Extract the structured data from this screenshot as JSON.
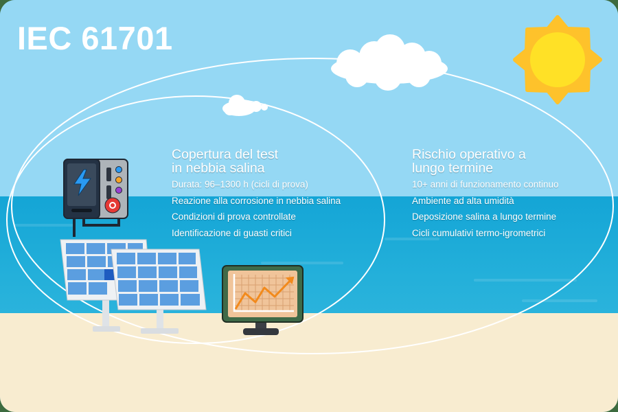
{
  "title": "IEC 61701",
  "colors": {
    "sky": "#95d8f4",
    "sea": "#14a5d6",
    "sand": "#f8ecd0",
    "sun_outer": "#fec22b",
    "sun_inner": "#ffe126",
    "text": "#ffffff",
    "ellipse_stroke": "#ffffff"
  },
  "left_section": {
    "heading": "Copertura del test\nin nebbia salina",
    "subtitle": "Durata: 96–1300 h (cicli di prova)",
    "items": [
      "Reazione alla corrosione in nebbia salina",
      "Condizioni di prova controllate",
      "Identificazione di guasti critici"
    ]
  },
  "right_section": {
    "heading": "Rischio operativo a\nlungo termine",
    "subtitle": "10+ anni di funzionamento continuo",
    "items": [
      "Ambiente ad alta umidità",
      "Deposizione salina a lungo termine",
      "Cicli cumulativi termo-igrometrici"
    ]
  },
  "illustrations": {
    "sun": "sun-icon",
    "clouds": [
      "cloud-large",
      "cloud-small"
    ],
    "tester": "salt-spray-test-chamber-icon",
    "panels": "solar-panels-icon",
    "monitor": "trend-chart-monitor-icon"
  }
}
